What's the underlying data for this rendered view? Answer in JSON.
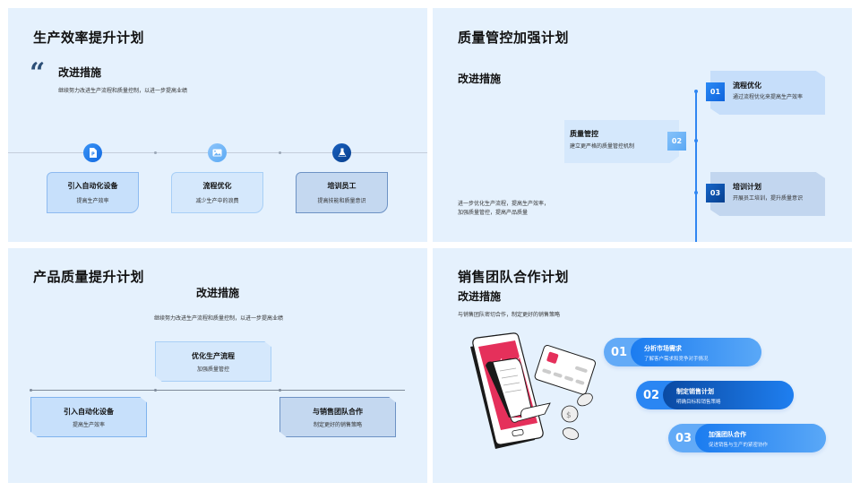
{
  "slides": [
    {
      "title": "生产效率提升计划",
      "heading": "改进措施",
      "quote_icon": "quote-icon",
      "description": "继续努力改进生产流程和质量控制，以进一步提高业绩",
      "items": [
        {
          "icon": "document-icon",
          "title": "引入自动化设备",
          "desc": "提高生产效率",
          "icon_color": "#1f7cf0",
          "card_bg": "#c7e0fb",
          "card_border": "#8dbaf0"
        },
        {
          "icon": "image-icon",
          "title": "流程优化",
          "desc": "减少生产中的浪费",
          "icon_color": "#6bb2f7",
          "card_bg": "#d5e8fc",
          "card_border": "#a8cff6"
        },
        {
          "icon": "flask-icon",
          "title": "培训员工",
          "desc": "提高技能和质量意识",
          "icon_color": "#0d4fa6",
          "card_bg": "#c4d8f0",
          "card_border": "#6d92c4"
        }
      ]
    },
    {
      "title": "质量管控加强计划",
      "heading": "改进措施",
      "description_line1": "进一步优化生产流程，提高生产效率，",
      "description_line2": "加强质量管控，提高产品质量",
      "items": [
        {
          "num": "01",
          "title": "流程优化",
          "desc": "通过流程优化来提高生产效率",
          "num_color": "#1a78ef",
          "card_bg": "#c6defa"
        },
        {
          "num": "02",
          "title": "质量管控",
          "desc": "建立更严格的质量管控机制",
          "num_color": "#6cb3f5",
          "card_bg": "#d5e8fc"
        },
        {
          "num": "03",
          "title": "培训计划",
          "desc": "开展员工培训，提升质量意识",
          "num_color": "#0b4fa8",
          "card_bg": "#c2d6ef"
        }
      ]
    },
    {
      "title": "产品质量提升计划",
      "heading": "改进措施",
      "description": "继续努力改进生产流程和质量控制，以进一步提高业绩",
      "items": [
        {
          "title": "优化生产流程",
          "desc": "加强质量管控",
          "card_bg": "#d5e8fc",
          "card_border": "#a8cff6"
        },
        {
          "title": "引入自动化设备",
          "desc": "提高生产效率",
          "card_bg": "#c7e0fb",
          "card_border": "#7fb3ee"
        },
        {
          "title": "与销售团队合作",
          "desc": "制定更好的销售策略",
          "card_bg": "#c4d8f0",
          "card_border": "#6d92c4"
        }
      ]
    },
    {
      "title": "销售团队合作计划",
      "heading": "改进措施",
      "description": "与销售团队密切合作，制定更好的销售策略",
      "illustration": "phone-payment-illustration",
      "items": [
        {
          "num": "01",
          "title": "分析市场需求",
          "desc": "了解客户需求和竞争对手情况",
          "num_bg": "#62aaf7",
          "body_from": "#1b7cf0",
          "body_to": "#5aa8f7"
        },
        {
          "num": "02",
          "title": "制定销售计划",
          "desc": "明确目标和销售策略",
          "num_bg": "#2a86f3",
          "body_from": "#0a4aa3",
          "body_to": "#1f7ff0"
        },
        {
          "num": "03",
          "title": "加强团队合作",
          "desc": "促进销售与生产的紧密协作",
          "num_bg": "#62aaf7",
          "body_from": "#1b7cf0",
          "body_to": "#5aa8f7"
        }
      ]
    }
  ]
}
